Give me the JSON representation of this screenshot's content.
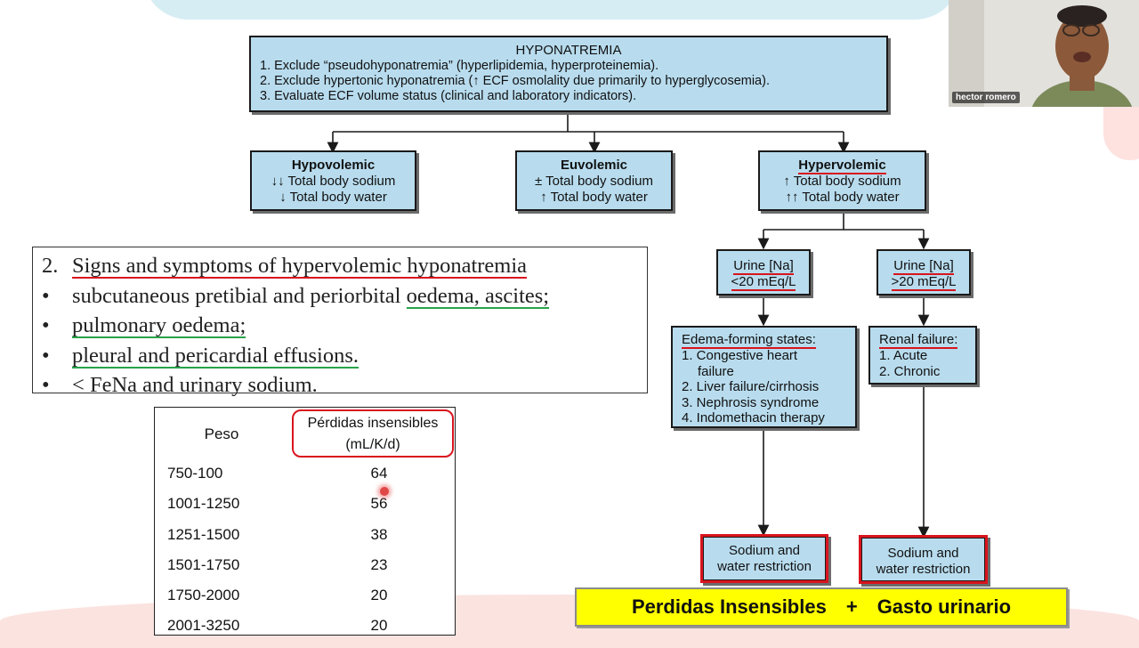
{
  "top_box": {
    "title": "HYPONATREMIA",
    "items": [
      "1. Exclude “pseudohyponatremia” (hyperlipidemia, hyperproteinemia).",
      "2. Exclude hypertonic hyponatremia (↑ ECF osmolality due primarily to hyperglycosemia).",
      "3. Evaluate ECF volume status (clinical and laboratory indicators)."
    ]
  },
  "volume_boxes": {
    "hypovolemic": {
      "title": "Hypovolemic",
      "line1": "↓↓ Total body sodium",
      "line2": "↓ Total body water"
    },
    "euvolemic": {
      "title": "Euvolemic",
      "line1": "± Total body sodium",
      "line2": "↑ Total body water"
    },
    "hypervolemic": {
      "title": "Hypervolemic",
      "line1": "↑ Total body sodium",
      "line2": "↑↑ Total body water"
    }
  },
  "urine_boxes": {
    "low": {
      "line1": "Urine [Na]",
      "line2": "<20 mEq/L"
    },
    "high": {
      "line1": "Urine [Na]",
      "line2": ">20 mEq/L"
    }
  },
  "edema_box": {
    "title": "Edema-forming states:",
    "items": [
      "1. Congestive heart",
      "failure",
      "2. Liver failure/cirrhosis",
      "3. Nephrosis syndrome",
      "4. Indomethacin therapy"
    ]
  },
  "renal_box": {
    "title": "Renal failure:",
    "items": [
      "1. Acute",
      "2. Chronic"
    ]
  },
  "result_boxes": {
    "left": {
      "line1": "Sodium and",
      "line2": "water restriction"
    },
    "right": {
      "line1": "Sodium and",
      "line2": "water restriction"
    }
  },
  "signs": {
    "rows": [
      {
        "bullet": "2.",
        "text": "Signs and symptoms of hypervolemic hyponatremia"
      },
      {
        "bullet": "•",
        "pre": "subcutaneous pretibial and periorbital ",
        "ul": "oedema, ascites;"
      },
      {
        "bullet": "•",
        "text": "pulmonary oedema;"
      },
      {
        "bullet": "•",
        "text": "pleural and pericardial effusions."
      },
      {
        "bullet": "•",
        "pre": "< FeNa and urinary sodium.",
        "ul": ""
      }
    ]
  },
  "table": {
    "header_peso": "Peso",
    "header_perdidas_1": "Pérdidas insensibles",
    "header_perdidas_2": "(mL/K/d)",
    "rows": [
      {
        "peso": "750-100",
        "valor": "64"
      },
      {
        "peso": "1001-1250",
        "valor": "56"
      },
      {
        "peso": "1251-1500",
        "valor": "38"
      },
      {
        "peso": "1501-1750",
        "valor": "23"
      },
      {
        "peso": "1750-2000",
        "valor": "20"
      },
      {
        "peso": "2001-3250",
        "valor": "20"
      }
    ]
  },
  "formula": {
    "left": "Perdidas Insensibles",
    "plus": "+",
    "right": "Gasto urinario"
  },
  "webcam": {
    "name": "hector romero"
  },
  "colors": {
    "box_fill": "#b8dcee",
    "highlight_red": "#d9141d",
    "underline_green": "#27a349",
    "formula_yellow": "#ffff00"
  }
}
